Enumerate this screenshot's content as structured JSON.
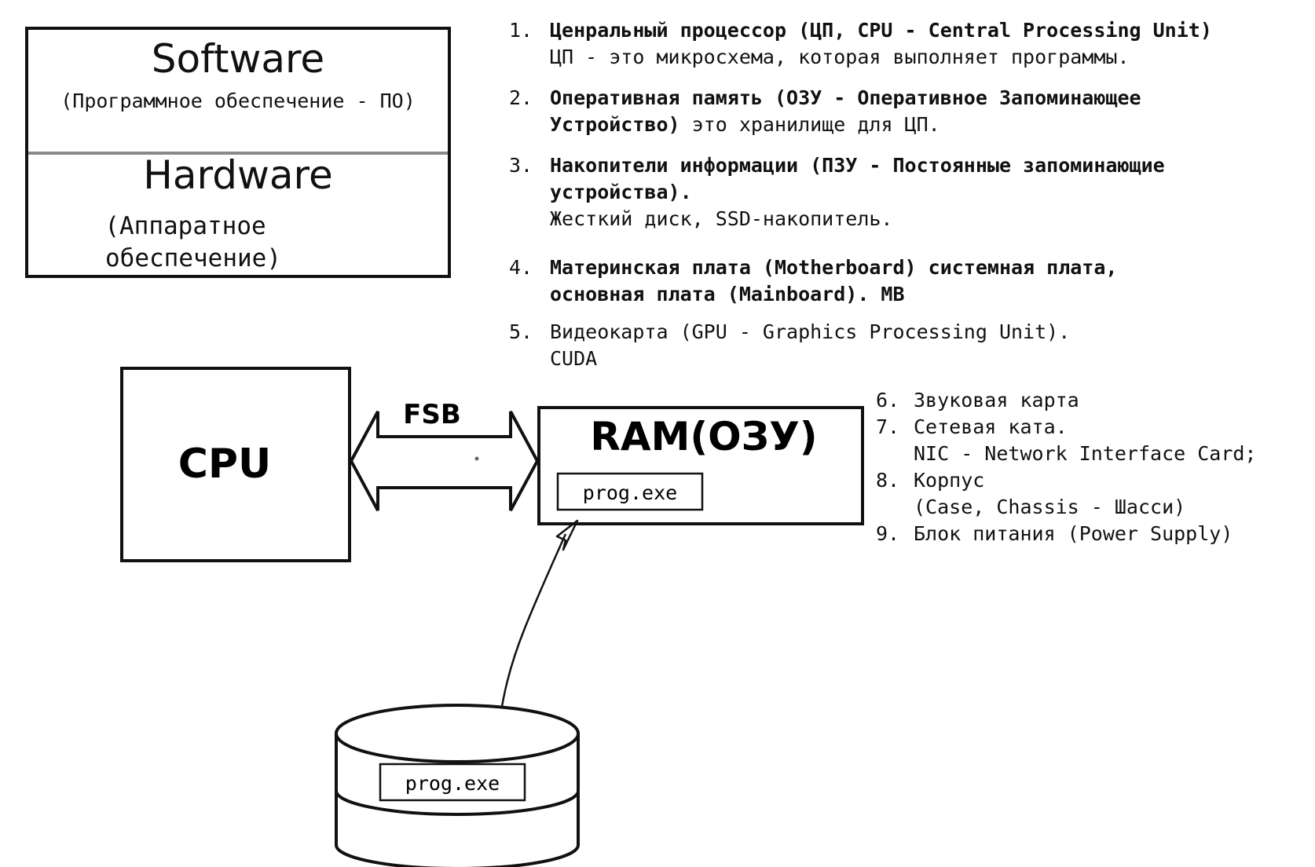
{
  "layers": {
    "software_title": "Software",
    "software_subtitle": "(Программное обеспечение - ПО)",
    "hardware_title": "Hardware",
    "hardware_subtitle_line1": "(Аппаратное",
    "hardware_subtitle_line2": "обеспечение)"
  },
  "components": [
    {
      "num": "1.",
      "line1": "Ценральный процессор (ЦП, CPU - Central Processing Unit)",
      "line1_bold": true,
      "line2": "ЦП - это микросхема, которая выполняет программы.",
      "line2_bold": false
    },
    {
      "num": "2.",
      "line1": "Оперативная память (ОЗУ - Оперативное Запоминающее",
      "line1_bold": true,
      "line2_bold_part": "Устройство)",
      "line2_rest": " это хранилище для ЦП."
    },
    {
      "num": "3.",
      "line1": "Накопители информации (ПЗУ - Постоянные запоминающие",
      "line2": "устройства).",
      "line3": "Жесткий диск, SSD-накопитель."
    },
    {
      "num": "4.",
      "line1": "Материнская плата (Motherboard) системная плата,",
      "line2": "основная плата (Mainboard).  MB"
    },
    {
      "num": "5.",
      "line1": "Видеокарта (GPU - Graphics Processing Unit).",
      "line2": "CUDA"
    }
  ],
  "components_extra": [
    {
      "num": "6.",
      "line1": "Звуковая карта"
    },
    {
      "num": "7.",
      "line1": "Сетевая ката.",
      "line2": "NIC - Network Interface Card;"
    },
    {
      "num": "8.",
      "line1": "Корпус",
      "line2": "(Case, Chassis - Шасси)"
    },
    {
      "num": "9.",
      "line1": "Блок питания (Power Supply)"
    }
  ],
  "diagram": {
    "cpu_label": "CPU",
    "bus_label": "FSB",
    "ram_label": "RAM(ОЗУ)",
    "ram_file": "prog.exe",
    "disk_file": "prog.exe"
  }
}
